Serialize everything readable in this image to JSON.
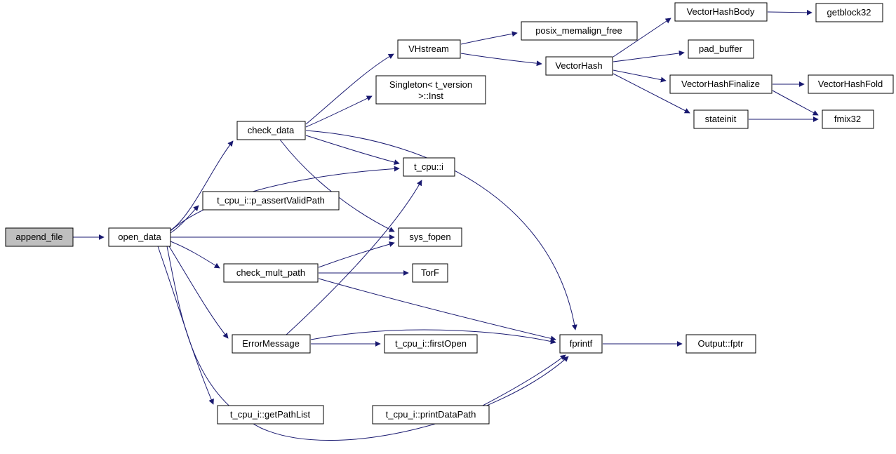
{
  "diagram": {
    "type": "call-graph",
    "background": "#ffffff",
    "edge_color": "#191970",
    "node_border_color": "#000000",
    "root_node_fill": "#bfbfbf",
    "nodes": {
      "append_file": {
        "label": "append_file"
      },
      "open_data": {
        "label": "open_data"
      },
      "check_data": {
        "label": "check_data"
      },
      "vhstream": {
        "label": "VHstream"
      },
      "posix_memalign_free": {
        "label": "posix_memalign_free"
      },
      "vectorhash": {
        "label": "VectorHash"
      },
      "vectorhashbody": {
        "label": "VectorHashBody"
      },
      "getblock32": {
        "label": "getblock32"
      },
      "pad_buffer": {
        "label": "pad_buffer"
      },
      "vectorhashfinalize": {
        "label": "VectorHashFinalize"
      },
      "vectorhashfold": {
        "label": "VectorHashFold"
      },
      "stateinit": {
        "label": "stateinit"
      },
      "fmix32": {
        "label": "fmix32"
      },
      "singleton_inst": {
        "label_line1": "Singleton< t_version",
        "label_line2": ">::Inst"
      },
      "t_cpu_i": {
        "label": "t_cpu::i"
      },
      "p_assertvalidpath": {
        "label": "t_cpu_i::p_assertValidPath"
      },
      "sys_fopen": {
        "label": "sys_fopen"
      },
      "check_mult_path": {
        "label": "check_mult_path"
      },
      "torf": {
        "label": "TorF"
      },
      "errormessage": {
        "label": "ErrorMessage"
      },
      "firstopen": {
        "label": "t_cpu_i::firstOpen"
      },
      "fprintf": {
        "label": "fprintf"
      },
      "output_fptr": {
        "label": "Output::fptr"
      },
      "getpathlist": {
        "label": "t_cpu_i::getPathList"
      },
      "printdatapath": {
        "label": "t_cpu_i::printDataPath"
      }
    },
    "edges": [
      {
        "from": "append_file",
        "to": "open_data"
      },
      {
        "from": "open_data",
        "to": "check_data"
      },
      {
        "from": "open_data",
        "to": "p_assertvalidpath"
      },
      {
        "from": "open_data",
        "to": "t_cpu_i"
      },
      {
        "from": "open_data",
        "to": "sys_fopen"
      },
      {
        "from": "open_data",
        "to": "check_mult_path"
      },
      {
        "from": "open_data",
        "to": "errormessage"
      },
      {
        "from": "open_data",
        "to": "getpathlist"
      },
      {
        "from": "open_data",
        "to": "fprintf"
      },
      {
        "from": "check_data",
        "to": "vhstream"
      },
      {
        "from": "check_data",
        "to": "singleton_inst"
      },
      {
        "from": "check_data",
        "to": "t_cpu_i"
      },
      {
        "from": "check_data",
        "to": "sys_fopen"
      },
      {
        "from": "check_data",
        "to": "fprintf"
      },
      {
        "from": "vhstream",
        "to": "posix_memalign_free"
      },
      {
        "from": "vhstream",
        "to": "vectorhash"
      },
      {
        "from": "vectorhash",
        "to": "vectorhashbody"
      },
      {
        "from": "vectorhash",
        "to": "pad_buffer"
      },
      {
        "from": "vectorhash",
        "to": "vectorhashfinalize"
      },
      {
        "from": "vectorhash",
        "to": "stateinit"
      },
      {
        "from": "vectorhashbody",
        "to": "getblock32"
      },
      {
        "from": "vectorhashfinalize",
        "to": "vectorhashfold"
      },
      {
        "from": "vectorhashfinalize",
        "to": "fmix32"
      },
      {
        "from": "stateinit",
        "to": "fmix32"
      },
      {
        "from": "check_mult_path",
        "to": "sys_fopen"
      },
      {
        "from": "check_mult_path",
        "to": "torf"
      },
      {
        "from": "check_mult_path",
        "to": "fprintf"
      },
      {
        "from": "errormessage",
        "to": "firstopen"
      },
      {
        "from": "errormessage",
        "to": "fprintf"
      },
      {
        "from": "errormessage",
        "to": "t_cpu_i"
      },
      {
        "from": "printdatapath",
        "to": "fprintf"
      },
      {
        "from": "fprintf",
        "to": "output_fptr"
      }
    ]
  }
}
